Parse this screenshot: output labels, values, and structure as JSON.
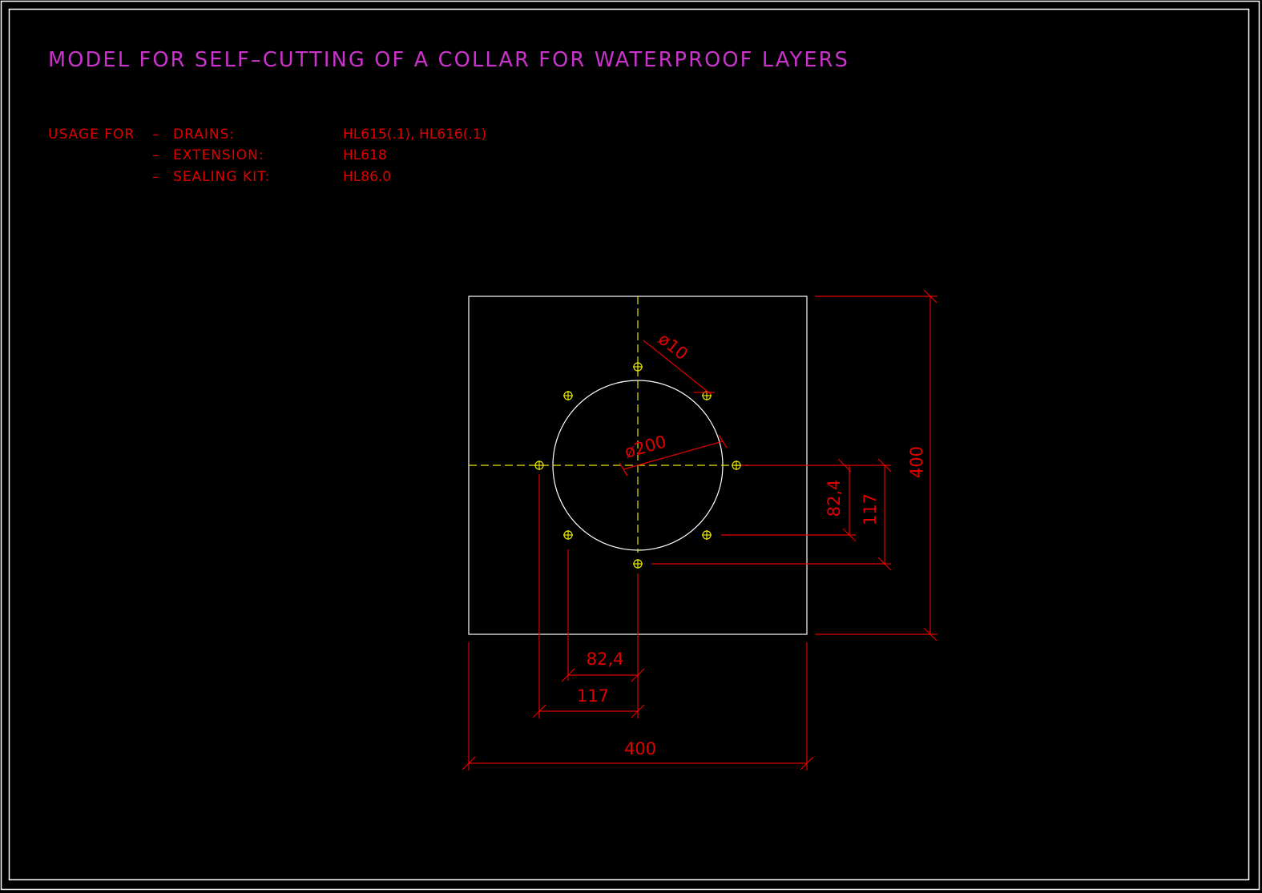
{
  "title": "MODEL FOR SELF–CUTTING OF A COLLAR FOR WATERPROOF LAYERS",
  "usage": {
    "heading": "USAGE FOR",
    "rows": [
      {
        "dash": "–",
        "label": "DRAINS:",
        "value": "HL615(.1), HL616(.1)"
      },
      {
        "dash": "–",
        "label": "EXTENSION:",
        "value": "HL618"
      },
      {
        "dash": "–",
        "label": "SEALING KIT:",
        "value": "HL86.0"
      }
    ]
  },
  "dimensions": {
    "hole_diameter": "ø10",
    "circle_diameter": "ø200",
    "width_total": "400",
    "height_total": "400",
    "bottom_small": "82,4",
    "bottom_large": "117",
    "right_small": "82,4",
    "right_large": "117"
  },
  "colors": {
    "background": "#000000",
    "title": "#cc33cc",
    "annotation": "#e00000",
    "geometry": "#ffffff",
    "centerline": "#e6e600"
  }
}
